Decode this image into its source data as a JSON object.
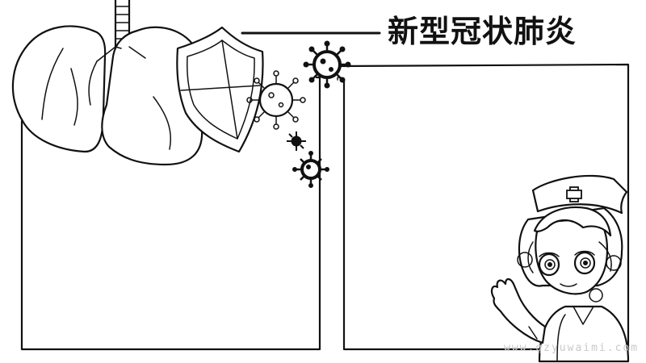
{
  "page": {
    "title": "新型冠状肺炎",
    "watermark": "www.qzyuwaimi.com"
  },
  "icons": [
    "lungs-icon",
    "shield-icon",
    "virus-icon",
    "nurse-illustration"
  ],
  "colors": {
    "ink": "#111111",
    "paper": "#ffffff",
    "watermark": "#c9c9c9"
  }
}
